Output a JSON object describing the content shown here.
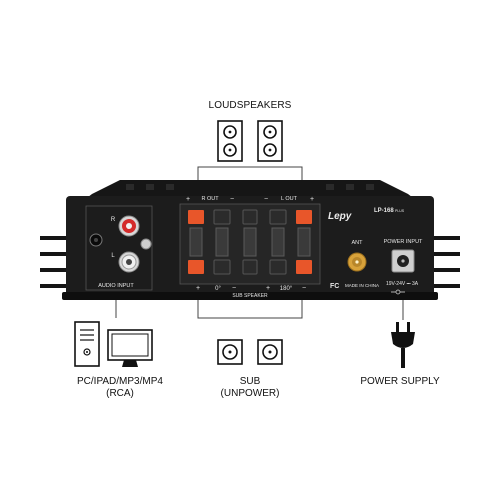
{
  "labels": {
    "loudspeakers": "LOUDSPEAKERS",
    "pc": "PC/IPAD/MP3/MP4",
    "rca": "(RCA)",
    "sub": "SUB",
    "unpower": "(UNPOWER)",
    "power_supply": "POWER SUPPLY"
  },
  "panel": {
    "r_out": "R OUT",
    "l_out": "L OUT",
    "plus": "+",
    "minus": "−",
    "r": "R",
    "l": "L",
    "audio_input": "AUDIO INPUT",
    "brand": "Lepy",
    "model": "LP-168",
    "model_suffix": "PLUS",
    "ant": "ANT",
    "power_input": "POWER INPUT",
    "voltage": "19V-24V ⎓ 3A",
    "made_in": "MADE IN CHINA",
    "cert": "FC",
    "zero_deg": "0°",
    "deg_180": "180°",
    "sub_speaker": "SUB SPEAKER"
  },
  "colors": {
    "chassis": "#1c1c1c",
    "terminal_red": "#e8562a",
    "antenna_gold": "#d8a23a"
  }
}
